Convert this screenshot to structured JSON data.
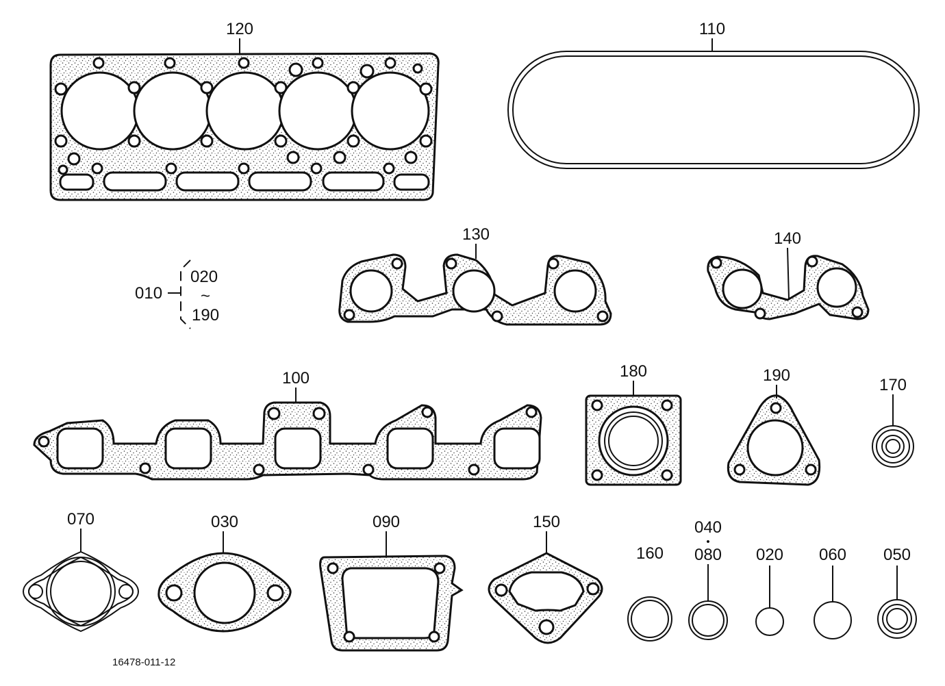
{
  "part_labels": {
    "p120": "120",
    "p110": "110",
    "p130": "130",
    "p140": "140",
    "p010": "010",
    "p020a": "020",
    "tilde": "~",
    "p190a": "190",
    "p100": "100",
    "p180": "180",
    "p190": "190",
    "p170": "170",
    "p070": "070",
    "p030": "030",
    "p090": "090",
    "p150": "150",
    "p040": "040",
    "dot": "•",
    "p080": "080",
    "p160": "160",
    "p020": "020",
    "p060": "060",
    "p050": "050"
  },
  "drawing_number": "16478-011-12"
}
